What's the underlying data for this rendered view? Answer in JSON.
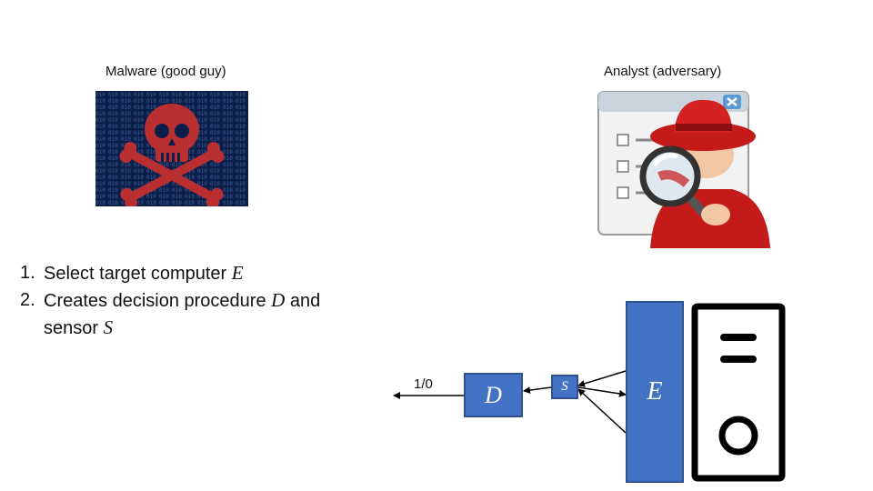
{
  "malware": {
    "label": "Malware (good guy)"
  },
  "analyst": {
    "label": "Analyst (adversary)"
  },
  "steps": [
    {
      "num": "1.",
      "text": "Select target computer ",
      "var": "E",
      "tail": ""
    },
    {
      "num": "2.",
      "text": "Creates decision procedure ",
      "var": "D",
      "tail": " and"
    },
    {
      "num": "",
      "text": "sensor ",
      "var": "S",
      "tail": ""
    }
  ],
  "diagram": {
    "output_label": "1/0",
    "d_label": "D",
    "s_label": "S",
    "e_label": "E"
  },
  "colors": {
    "box_fill": "#4472c4",
    "box_border": "#2f528f",
    "skull_red": "#c8302c",
    "matrix_bg": "#0c1f4a"
  }
}
